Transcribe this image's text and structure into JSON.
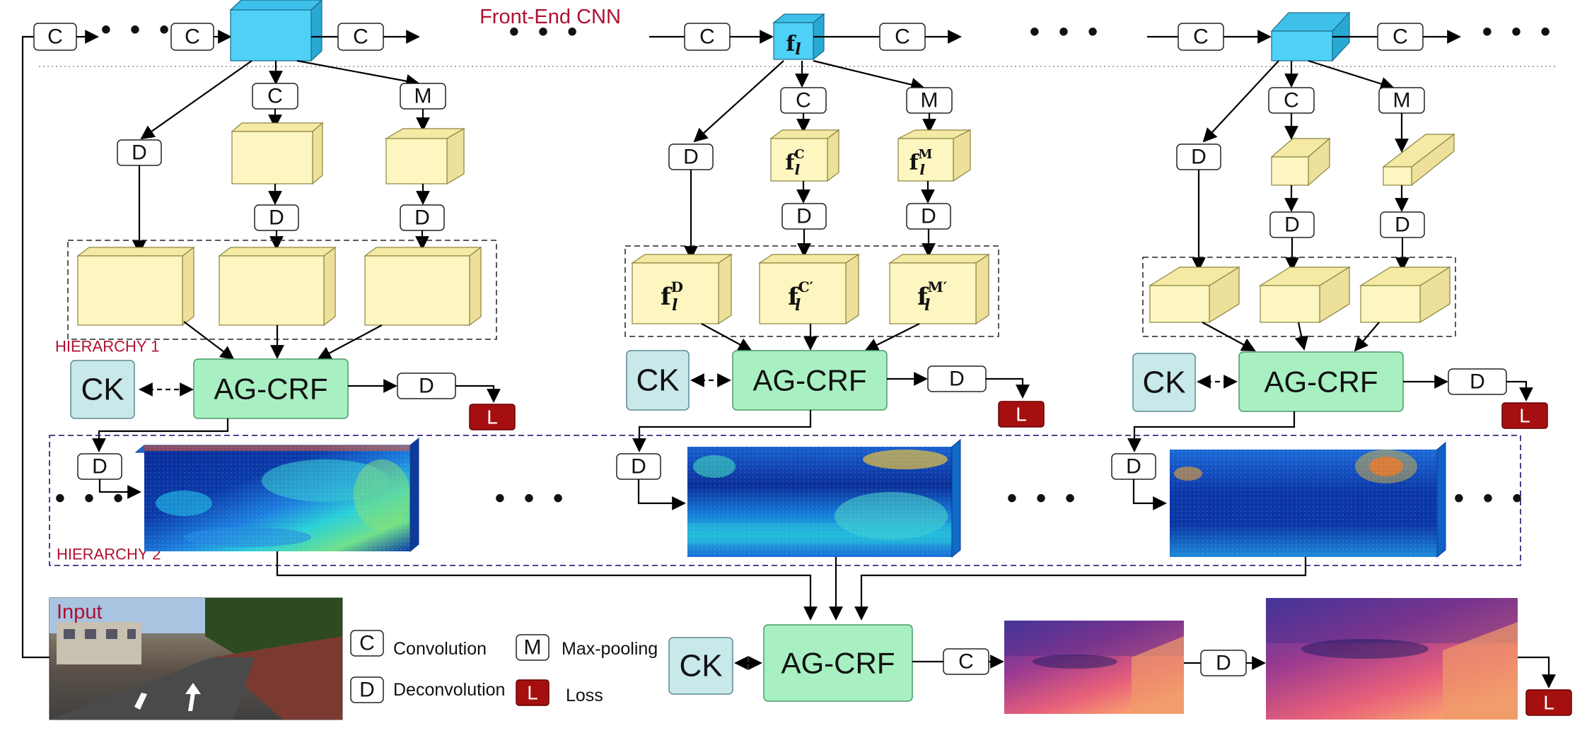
{
  "diagram": {
    "title": "Front-End CNN",
    "ops": {
      "conv": "C",
      "maxpool": "M",
      "deconv": "D",
      "loss": "L"
    },
    "module_labels": {
      "crf": "AG-CRF",
      "ck": "CK"
    },
    "hierarchy_labels": {
      "h1": "HIERARCHY 1",
      "h2": "HIERARCHY 2"
    },
    "input_label": "Input",
    "ellipsis": "• • •",
    "features": {
      "f": "f",
      "sub": "l",
      "sup_c": "C",
      "sup_m": "M",
      "sup_d": "D",
      "sup_c_prime": "C′",
      "sup_m_prime": "M′"
    },
    "legend": {
      "conv_symbol": "C",
      "conv_label": "Convolution",
      "maxpool_symbol": "M",
      "maxpool_label": "Max-pooling",
      "deconv_symbol": "D",
      "deconv_label": "Deconvolution",
      "loss_symbol": "L",
      "loss_label": "Loss"
    },
    "colors": {
      "cnn_block": "#4fd0f7",
      "feature_block": "#fdf6c0",
      "crf_fill": "#a8f0c2",
      "ck_fill": "#c8e8ea",
      "loss_fill": "#a60f0f",
      "title_red": "#b01030",
      "hierarchy2_border": "#3a2a7a"
    }
  }
}
